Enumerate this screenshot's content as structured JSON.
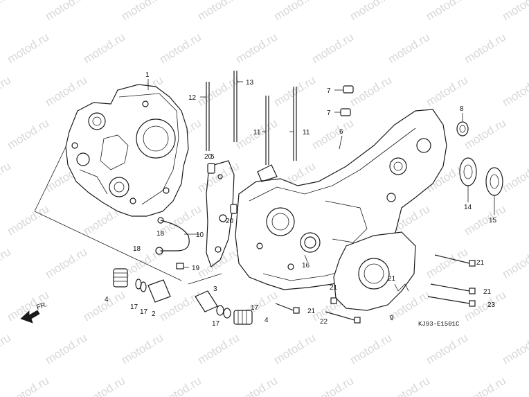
{
  "watermark_text": "motod.ru",
  "diagram_code": "KJ93-E1501C",
  "direction_label": "FR.",
  "callouts": [
    "1",
    "2",
    "3",
    "4",
    "4",
    "5",
    "6",
    "7",
    "7",
    "8",
    "9",
    "10",
    "11",
    "11",
    "12",
    "13",
    "14",
    "15",
    "16",
    "17",
    "17",
    "17",
    "17",
    "18",
    "18",
    "19",
    "20",
    "20",
    "21",
    "21",
    "21",
    "21",
    "21",
    "22",
    "23"
  ],
  "colors": {
    "ink": "#1a1a1a",
    "watermark": "#d8d8d8",
    "background": "#ffffff"
  }
}
